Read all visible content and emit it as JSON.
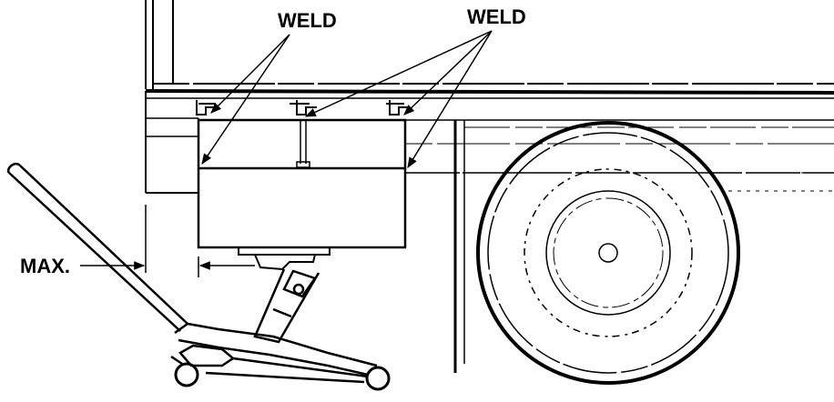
{
  "labels": {
    "weld_left": "WELD",
    "weld_right": "WELD",
    "max": "MAX."
  },
  "colors": {
    "line": "#000000",
    "background": "#ffffff"
  }
}
